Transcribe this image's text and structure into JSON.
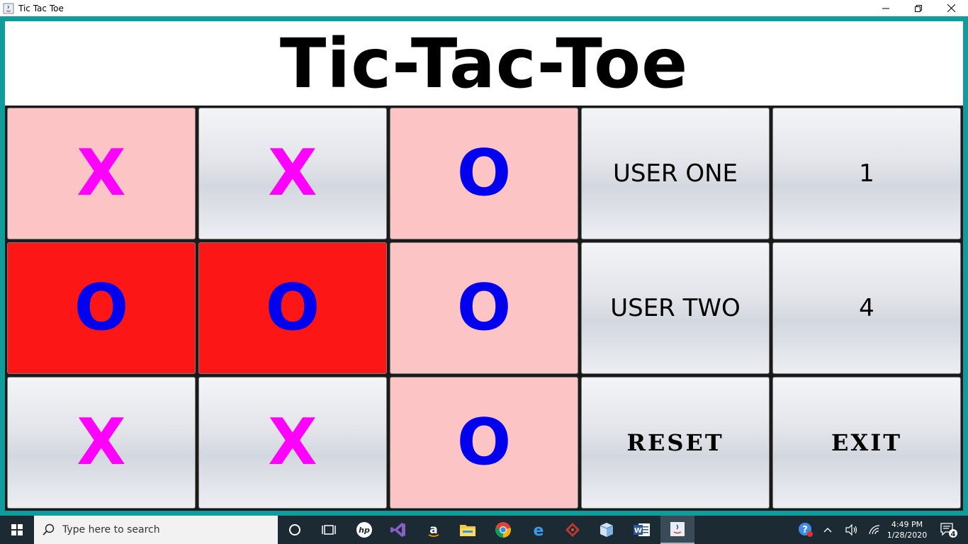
{
  "window": {
    "title": "Tic Tac Toe",
    "app_icon": "java-icon",
    "controls": [
      "minimize-icon",
      "restore-icon",
      "close-icon"
    ]
  },
  "header": {
    "title": "Tic-Tac-Toe"
  },
  "board": {
    "rows": [
      [
        {
          "mark": "X",
          "bg": "pink"
        },
        {
          "mark": "X",
          "bg": "gradient"
        },
        {
          "mark": "O",
          "bg": "pink"
        }
      ],
      [
        {
          "mark": "O",
          "bg": "red"
        },
        {
          "mark": "O",
          "bg": "red"
        },
        {
          "mark": "O",
          "bg": "pink"
        }
      ],
      [
        {
          "mark": "X",
          "bg": "gradient"
        },
        {
          "mark": "X",
          "bg": "gradient"
        },
        {
          "mark": "O",
          "bg": "pink"
        }
      ]
    ]
  },
  "scoreboard": {
    "user_one_label": "USER ONE",
    "user_one_score": "1",
    "user_two_label": "USER TWO",
    "user_two_score": "4"
  },
  "actions": {
    "reset_label": "RESET",
    "exit_label": "EXIT"
  },
  "colors": {
    "frame": "#0e9c9c",
    "x_mark": "#ff00ff",
    "o_mark": "#0000ee",
    "pink_cell": "#fcc4c4",
    "red_cell": "#fc1616"
  },
  "taskbar": {
    "search_placeholder": "Type here to search",
    "pinned": [
      "cortana-icon",
      "task-view-icon",
      "hp-icon",
      "visual-studio-icon",
      "amazon-icon",
      "file-explorer-icon",
      "chrome-icon",
      "edge-icon",
      "git-icon",
      "box-icon",
      "word-icon",
      "java-icon"
    ],
    "time": "4:49 PM",
    "date": "1/28/2020",
    "notification_count": "4"
  }
}
